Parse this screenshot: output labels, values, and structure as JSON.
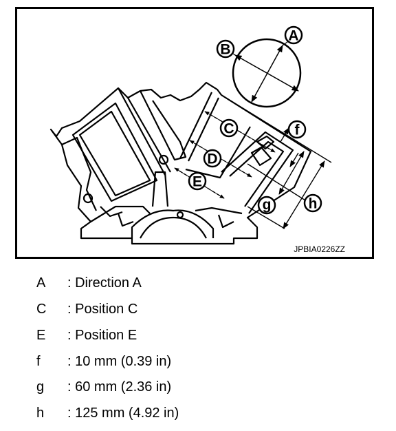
{
  "figure": {
    "code": "JPBIA0226ZZ",
    "callouts": {
      "A": "A",
      "B": "B",
      "C": "C",
      "D": "D",
      "E": "E",
      "f": "f",
      "g": "g",
      "h": "h"
    }
  },
  "legend": [
    {
      "key": "A",
      "desc": ": Direction A"
    },
    {
      "key": "C",
      "desc": ": Position C"
    },
    {
      "key": "E",
      "desc": ": Position E"
    },
    {
      "key": "f",
      "desc": ": 10 mm (0.39 in)"
    },
    {
      "key": "g",
      "desc": ": 60 mm (2.36 in)"
    },
    {
      "key": "h",
      "desc": ": 125 mm (4.92 in)"
    }
  ]
}
